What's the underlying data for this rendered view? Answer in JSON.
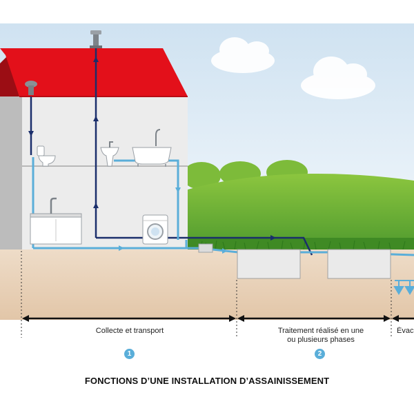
{
  "title": "FONCTIONS D’UNE INSTALLATION D’ASSAINISSEMENT",
  "sections": [
    {
      "label": "Collecte et transport",
      "number": "1"
    },
    {
      "label_line1": "Traitement réalisé en une",
      "label_line2": "ou plusieurs phases",
      "number": "2"
    },
    {
      "label": "Évac"
    }
  ],
  "colors": {
    "roof": "#e3101a",
    "roof_dark": "#a00b12",
    "wall": "#e9e9e9",
    "sky_top": "#d6e6f3",
    "grass": "#6db33f",
    "soil": "#e9d2bb",
    "pipe_gray_water": "#5aaed9",
    "pipe_vent": "#1a2e6b",
    "badge": "#5aaed9"
  },
  "icons": [
    "toilet-icon",
    "washbasin-icon",
    "bathtub-icon",
    "kitchen-sink-icon",
    "washing-machine-icon",
    "roof-vent-icon",
    "ventilation-cap-icon",
    "treatment-tank-icon",
    "infiltration-arrows-icon"
  ]
}
